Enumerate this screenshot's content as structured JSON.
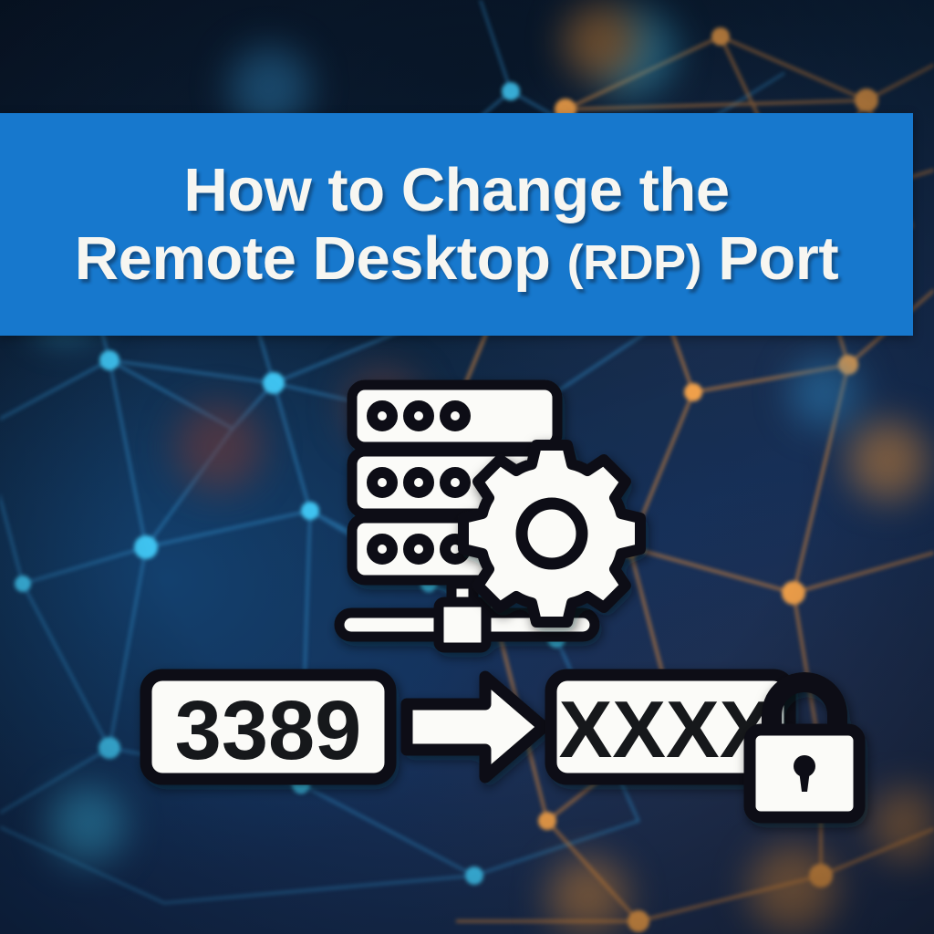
{
  "banner": {
    "background_color": "#1778cd",
    "text_color": "#f7f6f1",
    "title_line_1": "How to Change the",
    "title_line_2_a": "Remote Desktop ",
    "title_line_2_rdp": "(RDP)",
    "title_line_2_b": " Port"
  },
  "background": {
    "base_color": "#0d1b2e",
    "node_color_cyan": "#3fc3f0",
    "node_color_orange": "#f0a04a",
    "link_color_cyan": "#2f86c0",
    "link_color_orange": "#c9813f",
    "description": "blurred abstract network mesh of nodes and connecting lines"
  },
  "graphic": {
    "server_icon": {
      "name": "server-rack-icon",
      "rack_units": 3,
      "dots_per_unit": 3,
      "fill": "#fbfbf8",
      "stroke": "#101114"
    },
    "gear_icon": {
      "name": "gear-icon",
      "teeth": 8,
      "fill": "#fbfbf8",
      "stroke": "#101114"
    },
    "network_bar": {
      "name": "network-bar-icon",
      "fill": "#fbfbf8",
      "stroke": "#101114"
    },
    "old_port_box": {
      "name": "old-port-box",
      "value": "3389",
      "fill": "#fbfbf8",
      "stroke": "#101114",
      "text_color": "#16181b"
    },
    "arrow": {
      "name": "arrow-right-icon",
      "direction": "right",
      "fill": "#fbfbf8",
      "stroke": "#101114"
    },
    "new_port_box": {
      "name": "new-port-box",
      "value": "XXXX",
      "fill": "#fbfbf8",
      "stroke": "#101114",
      "text_color": "#16181b"
    },
    "lock_icon": {
      "name": "padlock-icon",
      "state": "locked",
      "fill": "#fbfbf8",
      "stroke": "#101114"
    }
  }
}
